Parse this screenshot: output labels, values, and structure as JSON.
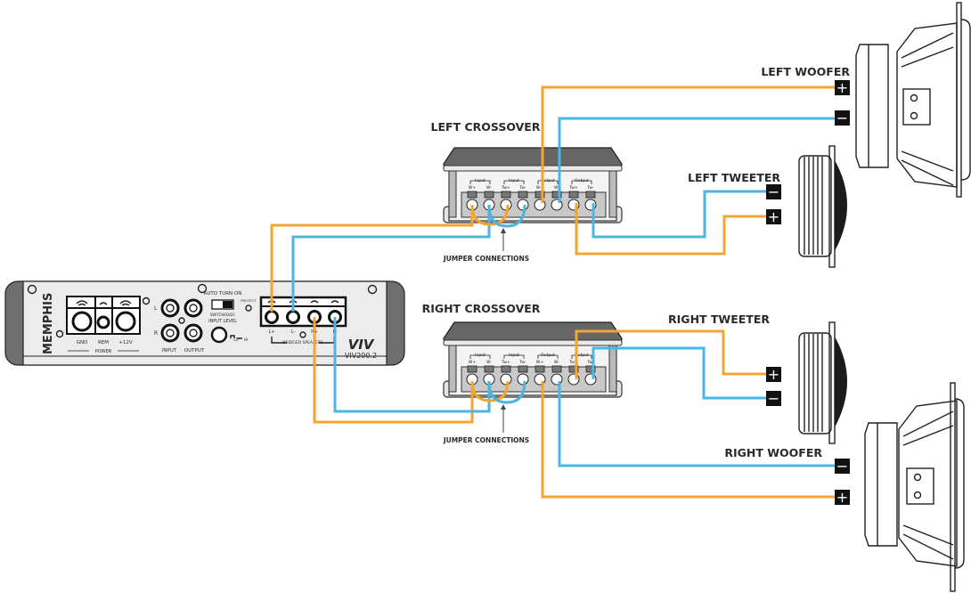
{
  "diagram": {
    "title": "Amplifier to component speaker wiring",
    "colors": {
      "positive_wire": "#F2A531",
      "negative_wire": "#4DB6E0",
      "terminal_badge": "#111111"
    },
    "amplifier": {
      "brand": "MEMPHIS",
      "model_logo": "VIV",
      "model": "VIV200.2",
      "power_label": "POWER",
      "power_terminals": [
        "GND",
        "REM",
        "+12V"
      ],
      "rca_channels": [
        "L",
        "R"
      ],
      "rca_labels": [
        "INPUT",
        "OUTPUT"
      ],
      "auto_turn_on": "AUTO TURN ON",
      "switch_caption": "SWITCHED/DC",
      "protect": "PROTECT",
      "input_level": "INPUT LEVEL",
      "level_range": [
        "LO",
        "HI"
      ],
      "speaker_terminals": [
        "L+",
        "L-",
        "R+",
        "R-"
      ],
      "bridged_label": "BRIDGED SPEAKERS"
    },
    "crossovers": [
      {
        "label": "LEFT CROSSOVER",
        "groups": [
          "Input",
          "Input",
          "Output",
          "Output"
        ],
        "terminals": [
          "W+",
          "W-",
          "Tw+",
          "Tw-",
          "W+",
          "W-",
          "Tw+",
          "Tw-"
        ],
        "jumper_label": "JUMPER CONNECTIONS"
      },
      {
        "label": "RIGHT CROSSOVER",
        "groups": [
          "Input",
          "Input",
          "Output",
          "Output"
        ],
        "terminals": [
          "W+",
          "W-",
          "Tw+",
          "Tw-",
          "W+",
          "W-",
          "Tw+",
          "Tw-"
        ],
        "jumper_label": "JUMPER CONNECTIONS"
      }
    ],
    "speakers": {
      "left_woofer": {
        "label": "LEFT WOOFER",
        "terminals": [
          "+",
          "−"
        ]
      },
      "left_tweeter": {
        "label": "LEFT TWEETER",
        "terminals": [
          "−",
          "+"
        ]
      },
      "right_tweeter": {
        "label": "RIGHT TWEETER",
        "terminals": [
          "+",
          "−"
        ]
      },
      "right_woofer": {
        "label": "RIGHT WOOFER",
        "terminals": [
          "−",
          "+"
        ]
      }
    }
  }
}
